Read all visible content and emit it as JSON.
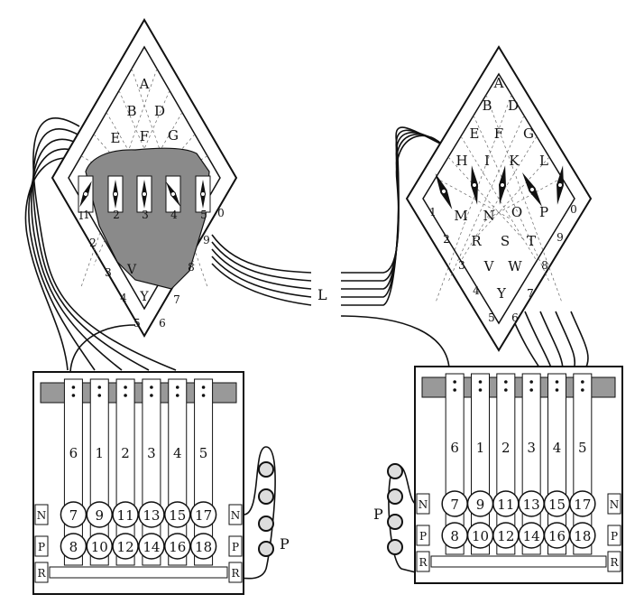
{
  "left_dial": {
    "letters": [
      "A",
      "B",
      "D",
      "E",
      "F",
      "G"
    ],
    "edge_numbers": [
      "1",
      "2",
      "3",
      "4",
      "5",
      "6",
      "7",
      "8",
      "9",
      "0"
    ],
    "lower_letters": [
      "V",
      "Y"
    ],
    "needle_labels": [
      "1",
      "2",
      "3",
      "4",
      "5"
    ]
  },
  "right_dial": {
    "letters": [
      "A",
      "B",
      "D",
      "E",
      "F",
      "G",
      "H",
      "I",
      "K",
      "L",
      "M",
      "N",
      "O",
      "P",
      "R",
      "S",
      "T",
      "V",
      "W",
      "Y"
    ],
    "edge_numbers": [
      "1",
      "2",
      "3",
      "4",
      "5",
      "6",
      "7",
      "8",
      "9",
      "0"
    ]
  },
  "line_label": "L",
  "battery_label": "P",
  "keyboard": {
    "strip_labels": [
      "6",
      "1",
      "2",
      "3",
      "4",
      "5"
    ],
    "n_row": [
      "7",
      "9",
      "11",
      "13",
      "15",
      "17"
    ],
    "p_row": [
      "8",
      "10",
      "12",
      "14",
      "16",
      "18"
    ],
    "row_labels": {
      "n": "N",
      "p": "P",
      "r": "R"
    }
  }
}
